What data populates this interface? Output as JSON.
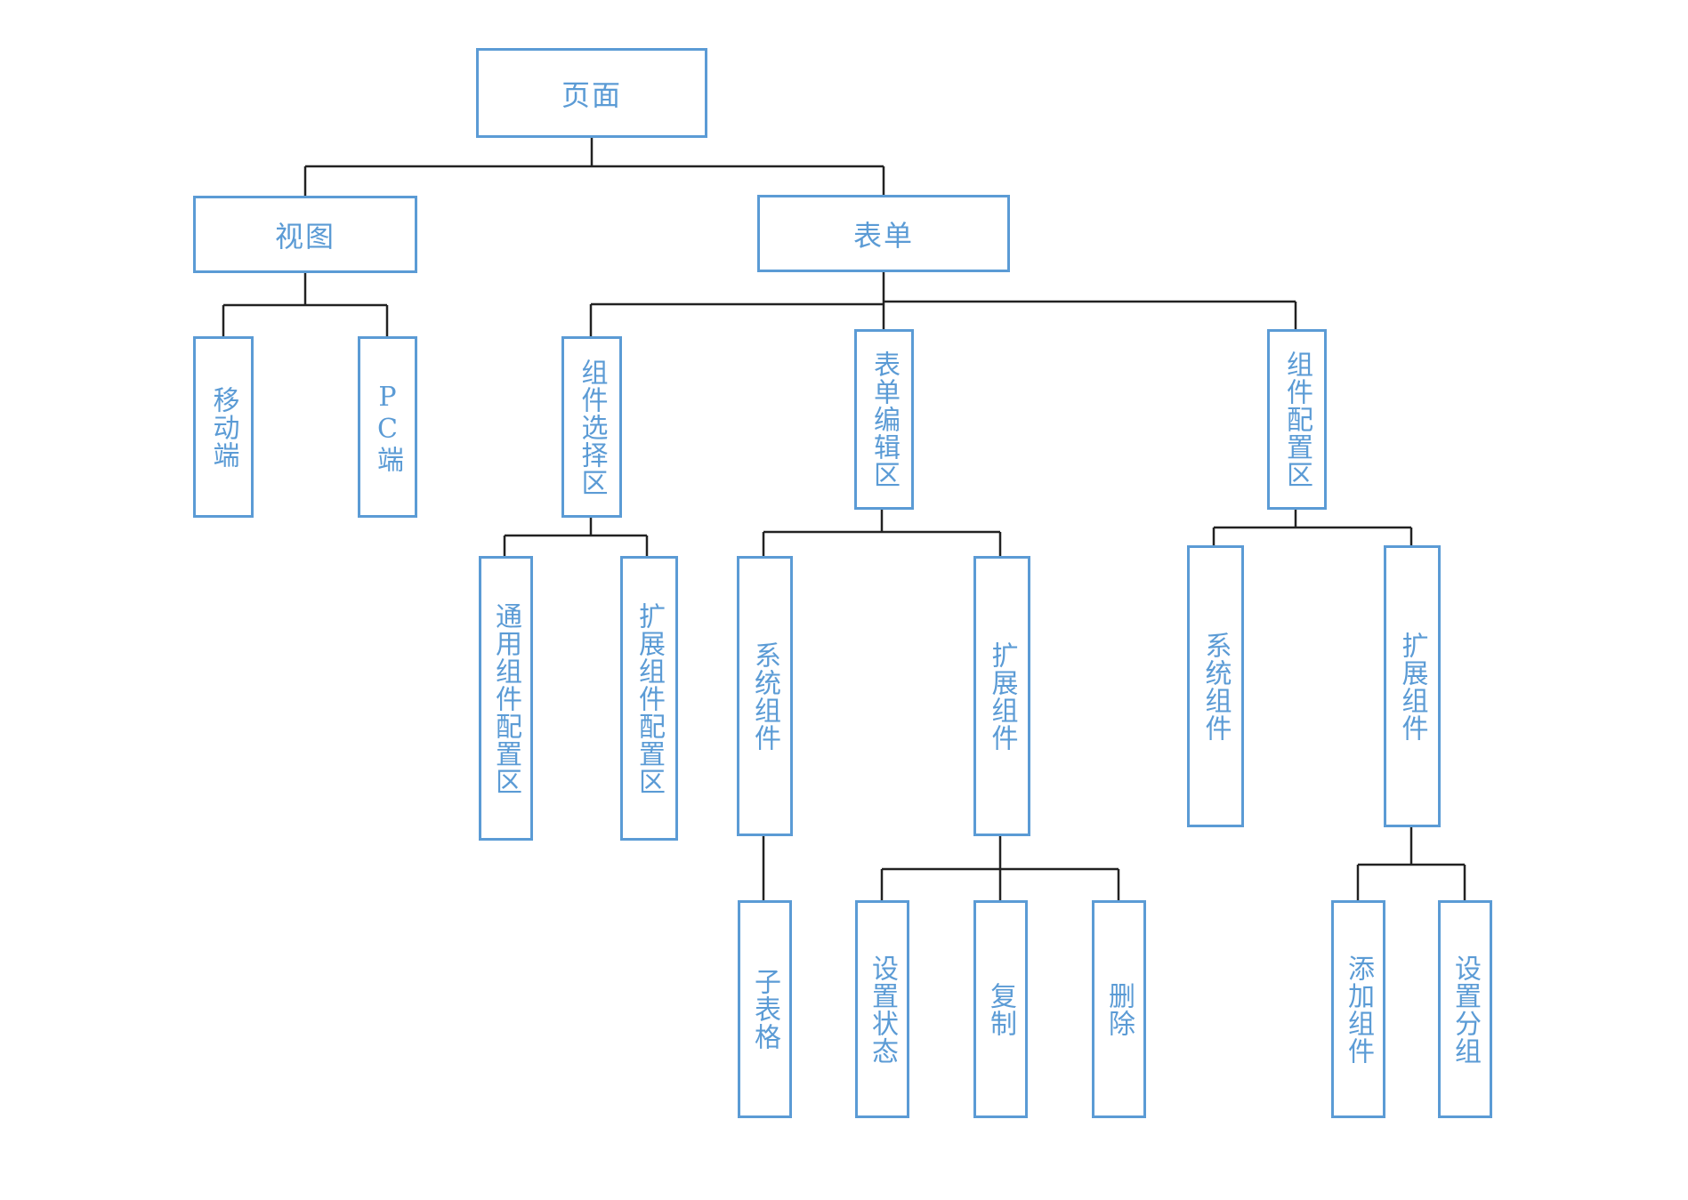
{
  "diagram": {
    "line_color": "#222222",
    "box_color": "#5b9bd5",
    "nodes": {
      "page": "页面",
      "view": "视图",
      "form": "表单",
      "mobile": "移动端",
      "pc": "PC端",
      "component_select": "组件选择区",
      "form_edit": "表单编辑区",
      "component_config": "组件配置区",
      "general_config": "通用组件配置区",
      "extend_config": "扩展组件配置区",
      "system_components": "系统组件",
      "extend_components": "扩展组件",
      "config_system_components": "系统组件",
      "config_extend_components": "扩展组件",
      "sub_table": "子表格",
      "set_state": "设置状态",
      "copy": "复制",
      "delete": "删除",
      "add_component": "添加组件",
      "set_group": "设置分组"
    }
  }
}
